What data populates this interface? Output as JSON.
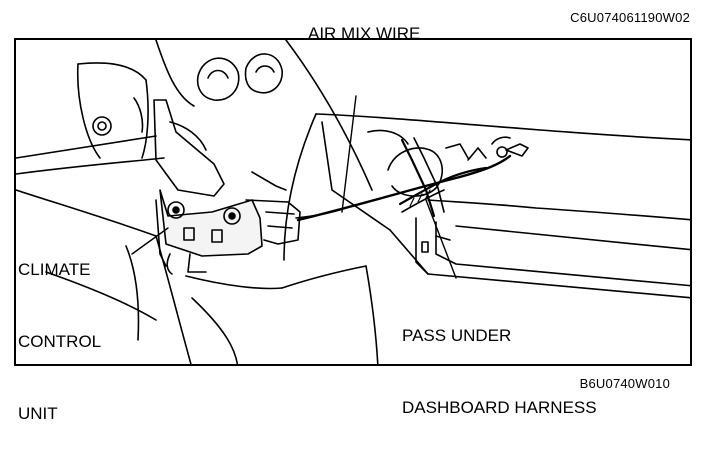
{
  "figure_codes": {
    "top": "C6U074061190W02",
    "bottom": "B6U0740W010"
  },
  "callouts": {
    "air_mix_wire": "AIR MIX WIRE",
    "climate_control_unit": [
      "CLIMATE",
      "CONTROL",
      "UNIT"
    ],
    "pass_under": [
      "PASS UNDER",
      "DASHBOARD HARNESS"
    ]
  }
}
